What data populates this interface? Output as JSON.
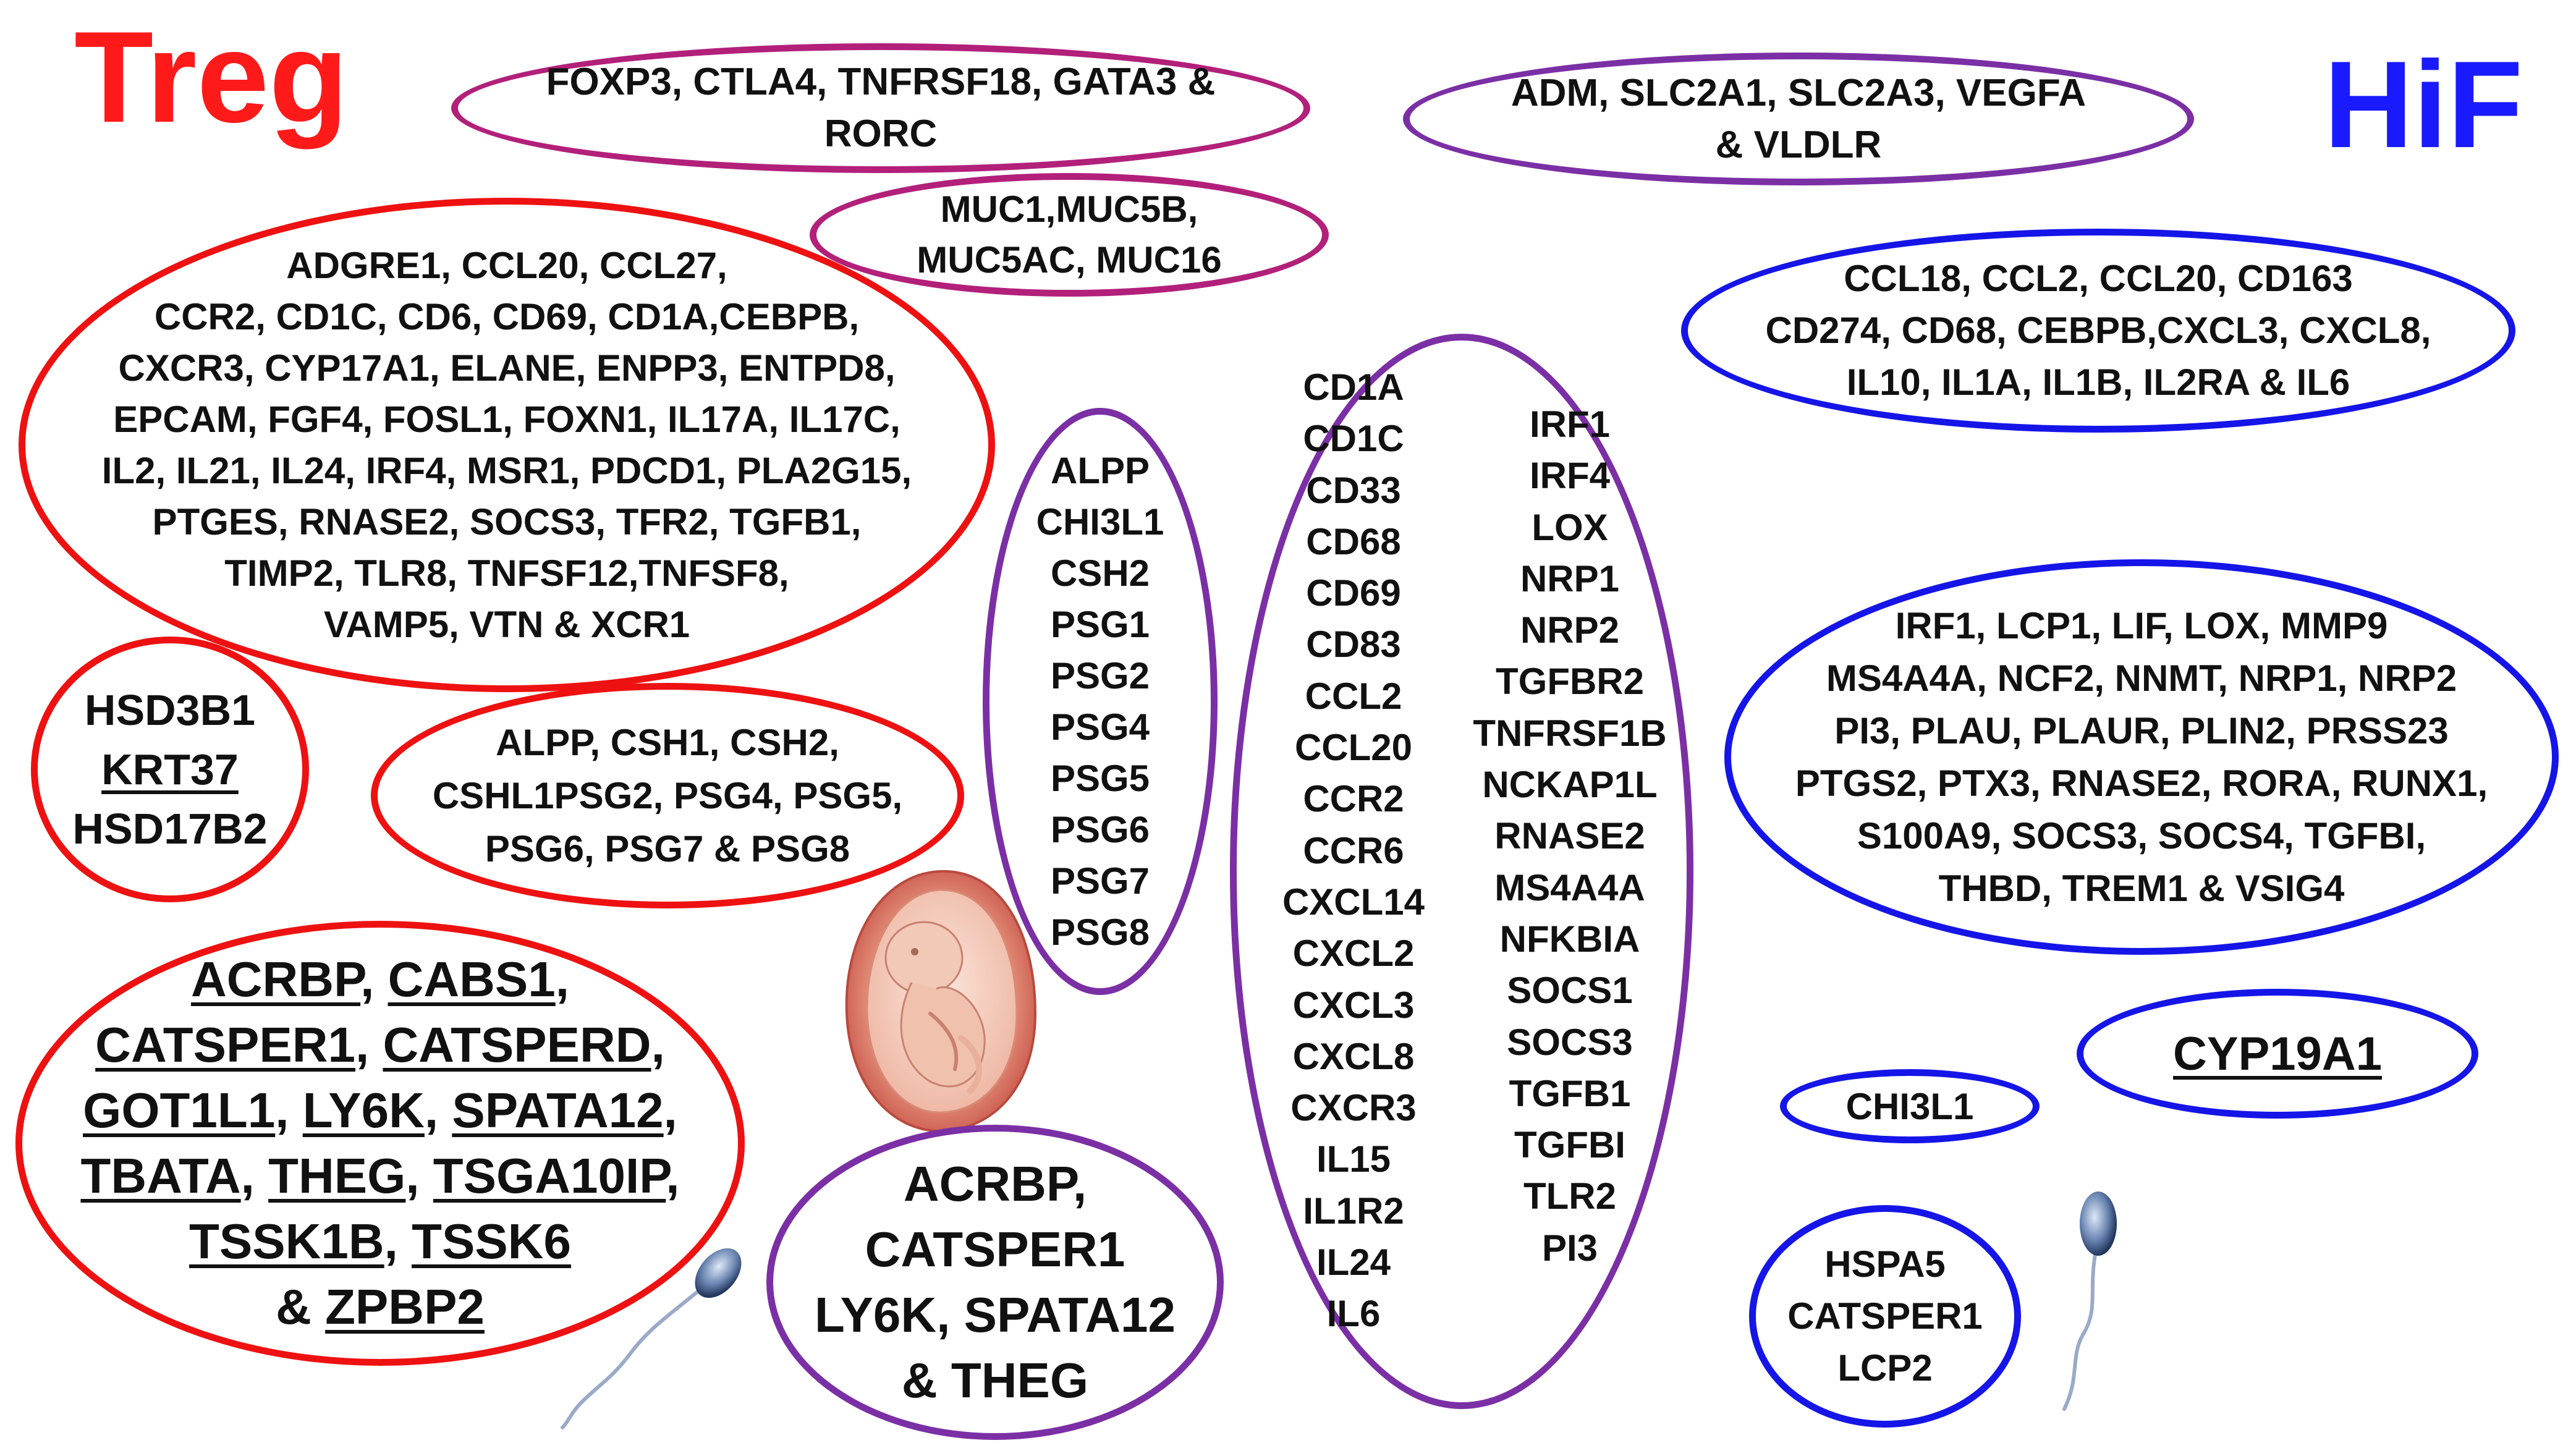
{
  "titles": {
    "treg": "Treg",
    "hif": "HiF"
  },
  "colors": {
    "treg": "#ee1111",
    "hif": "#1515e8",
    "shared": "#7b2fa5",
    "mixed": "#b2207a"
  },
  "ellipses": {
    "foxp3": "FOXP3, CTLA4, TNFRSF18, GATA3 &\nRORC",
    "muc": "MUC1,MUC5B,\nMUC5AC, MUC16",
    "adm": "ADM, SLC2A1, SLC2A3, VEGFA\n& VLDLR",
    "treg_big": "ADGRE1, CCL20, CCL27,\nCCR2, CD1C, CD6, CD69, CD1A,CEBPB,\nCXCR3, CYP17A1, ELANE, ENPP3, ENTPD8,\nEPCAM, FGF4, FOSL1, FOXN1, IL17A, IL17C,\nIL2, IL21, IL24, IRF4, MSR1, PDCD1, PLA2G15,\nPTGES, RNASE2, SOCS3, TFR2, TGFB1,\nTIMP2, TLR8, TNFSF12,TNFSF8,\nVAMP5, VTN & XCR1",
    "hif_ccl": "CCL18, CCL2, CCL20, CD163\nCD274, CD68, CEBPB,CXCL3, CXCL8,\nIL10, IL1A, IL1B, IL2RA & IL6",
    "hsd_1": "HSD3B1",
    "hsd_2": "KRT37",
    "hsd_3": "HSD17B2",
    "alpp_treg": "ALPP, CSH1, CSH2,\nCSHL1PSG2, PSG4, PSG5,\nPSG6, PSG7 & PSG8",
    "psg_col": "ALPP\nCHI3L1\nCSH2\nPSG1\nPSG2\nPSG4\nPSG5\nPSG6\nPSG7\nPSG8",
    "center_left": "CD1A\nCD1C\nCD33\nCD68\nCD69\nCD83\nCCL2\nCCL20\nCCR2\nCCR6\nCXCL14\nCXCL2\nCXCL3\nCXCL8\nCXCR3\nIL15\nIL1R2\nIL24\nIL6",
    "center_right": "IRF1\nIRF4\nLOX\nNRP1\nNRP2\nTGFBR2\nTNFRSF1B\nNCKAP1L\nRNASE2\nMS4A4A\nNFKBIA\nSOCS1\nSOCS3\nTGFB1\nTGFBI\nTLR2\nPI3",
    "hif_irf": "IRF1, LCP1, LIF, LOX, MMP9\nMS4A4A, NCF2, NNMT, NRP1, NRP2\nPI3, PLAU, PLAUR, PLIN2, PRSS23\nPTGS2, PTX3, RNASE2, RORA, RUNX1,\nS100A9, SOCS3, SOCS4, TGFBI,\nTHBD, TREM1 & VSIG4",
    "sperm_treg": [
      {
        "parts": [
          [
            "ACRBP",
            true
          ],
          [
            ", ",
            false
          ],
          [
            "CABS1",
            true
          ],
          [
            ",",
            false
          ]
        ]
      },
      {
        "parts": [
          [
            "CATSPER1",
            true
          ],
          [
            ", ",
            false
          ],
          [
            "CATSPERD",
            true
          ],
          [
            ",",
            false
          ]
        ]
      },
      {
        "parts": [
          [
            "GOT1L1",
            true
          ],
          [
            ", ",
            false
          ],
          [
            "LY6K",
            true
          ],
          [
            ", ",
            false
          ],
          [
            "SPATA12",
            true
          ],
          [
            ",",
            false
          ]
        ]
      },
      {
        "parts": [
          [
            "TBATA",
            true
          ],
          [
            ", ",
            false
          ],
          [
            "THEG",
            true
          ],
          [
            ", ",
            false
          ],
          [
            "TSGA10IP",
            true
          ],
          [
            ",",
            false
          ]
        ]
      },
      {
        "parts": [
          [
            "TSSK1B",
            true
          ],
          [
            ", ",
            false
          ],
          [
            "TSSK6",
            true
          ]
        ]
      },
      {
        "parts": [
          [
            "& ",
            false
          ],
          [
            "ZPBP2",
            true
          ]
        ]
      }
    ],
    "sperm_shared": "ACRBP,\nCATSPER1\nLY6K, SPATA12\n& THEG",
    "chi3l1": "CHI3L1",
    "cyp19a1": "CYP19A1",
    "hspa5": "HSPA5\nCATSPER1\nLCP2"
  }
}
